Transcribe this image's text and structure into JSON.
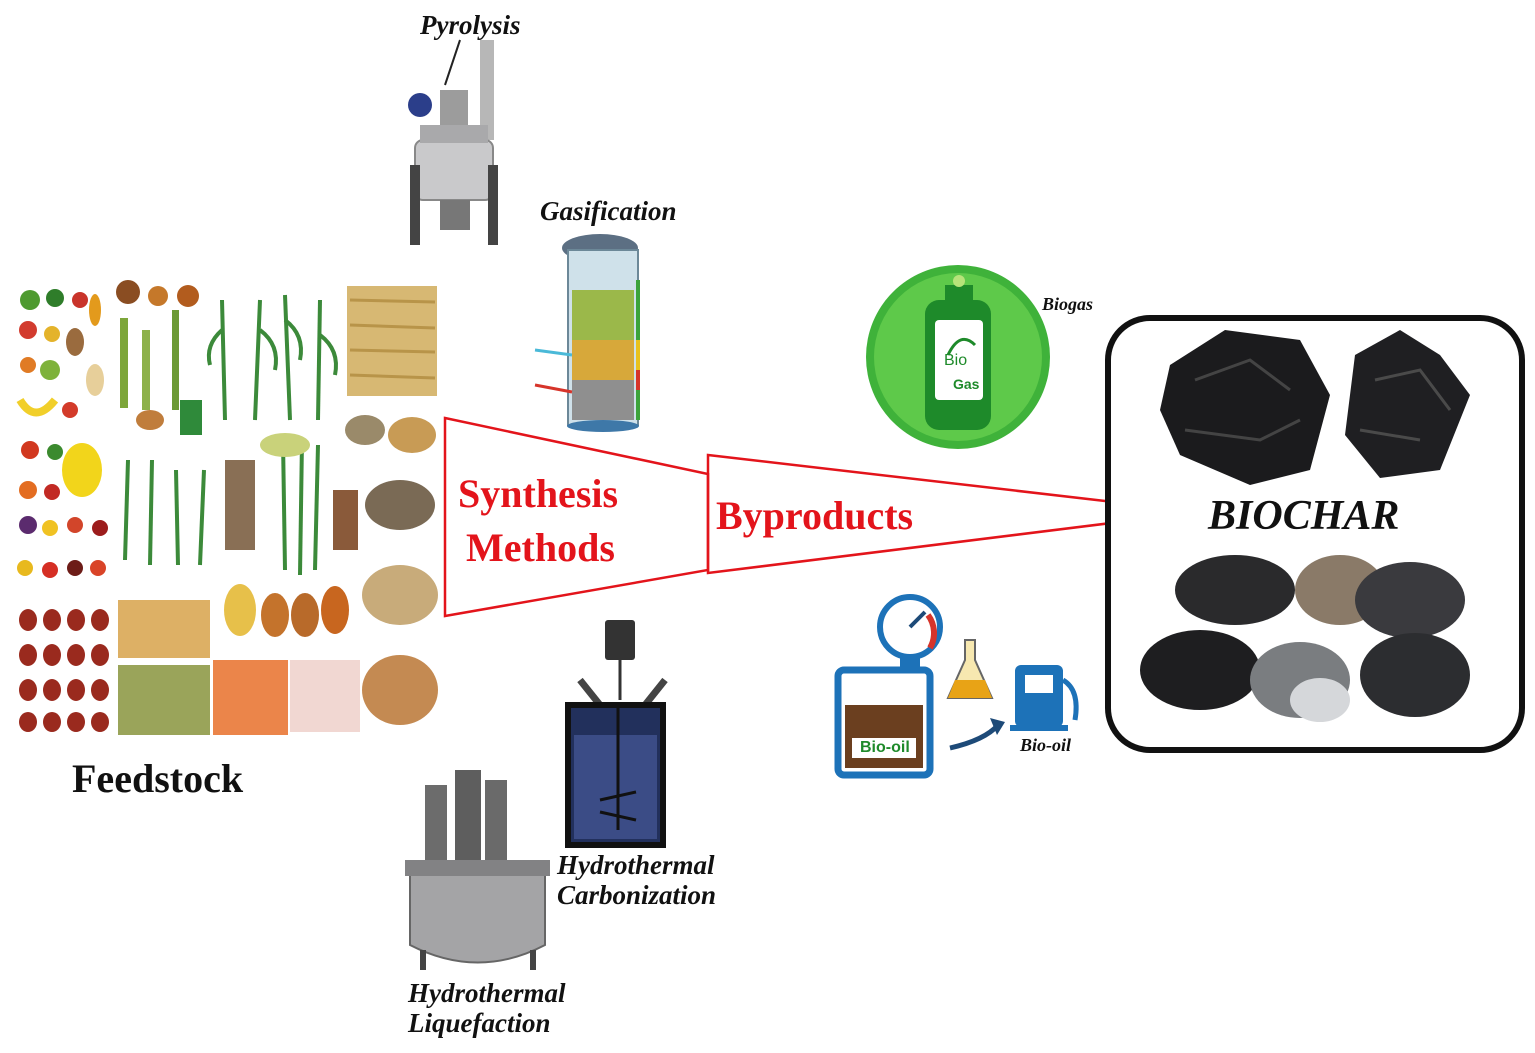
{
  "labels": {
    "feedstock": "Feedstock",
    "synthesis_line1": "Synthesis",
    "synthesis_line2": "Methods",
    "byproducts": "Byproducts",
    "biochar": "BIOCHAR",
    "pyrolysis": "Pyrolysis",
    "gasification": "Gasification",
    "htc_line1": "Hydrothermal",
    "htc_line2": "Carbonization",
    "htl_line1": "Hydrothermal",
    "htl_line2": "Liquefaction",
    "biogas": "Biogas",
    "biogas_tank_line1": "Bio",
    "biogas_tank_line2": "Gas",
    "biooil": "Bio-oil",
    "biooil_tank": "Bio-oil"
  },
  "colors": {
    "accent_red": "#e3141b",
    "biogas_green": "#3fb23a",
    "biochar_black": "#1b1b1d",
    "oil_blue": "#1d72b8",
    "oil_brown": "#6b3f1f",
    "oil_amber": "#e8a316"
  },
  "icons": {
    "feedstock": "biomass-collage",
    "pyrolysis": "pyrolysis-reactor",
    "gasification": "gasifier-column",
    "htc": "htc-reactor",
    "htl": "htl-reactor",
    "biogas": "gas-cylinder",
    "biooil": "fuel-pump",
    "biochar": "charcoal-lumps"
  }
}
